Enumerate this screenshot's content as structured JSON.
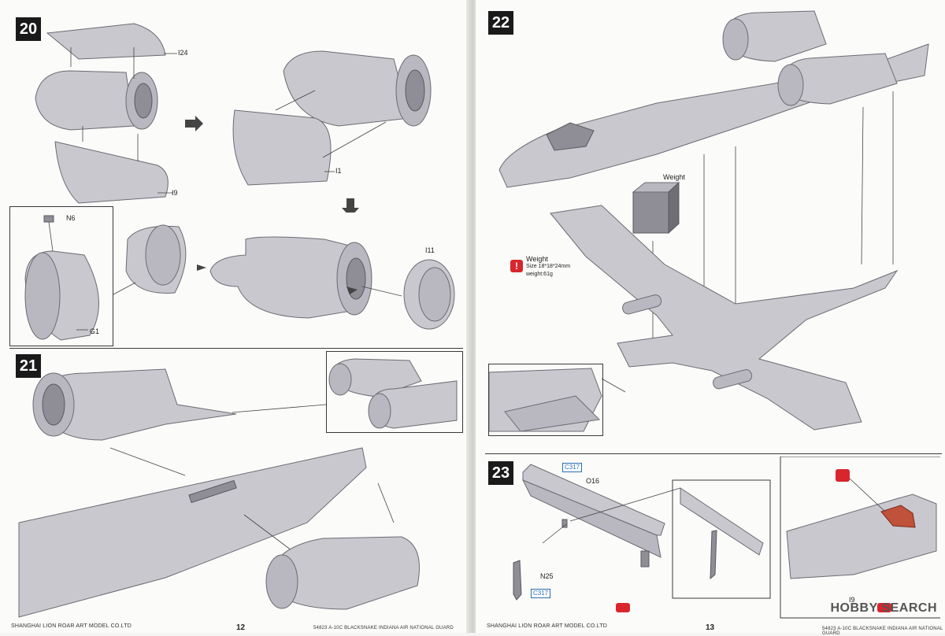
{
  "left_page": {
    "step20": {
      "number": "20",
      "labels": {
        "i24": "I24",
        "i9": "I9",
        "i1": "I1",
        "n6": "N6",
        "g1": "G1",
        "i11": "I11"
      }
    },
    "step21": {
      "number": "21"
    },
    "footer": "SHANGHAI LION ROAR ART MODEL CO.LTD",
    "page_number": "12",
    "footer_right": "54823 A-10C BLACKSNAKE INDIANA AIR NATIONAL GUARD"
  },
  "right_page": {
    "step22": {
      "number": "22",
      "weight_title": "Weight",
      "weight_note_title": "Weight",
      "weight_size": "Size 18*18*24mm",
      "weight_mass": "weight:61g"
    },
    "step23": {
      "number": "23",
      "labels": {
        "c317_a": "C317",
        "o16": "O16",
        "n25": "N25",
        "c317_b": "C317",
        "i9": "I9"
      }
    },
    "footer": "SHANGHAI LION ROAR ART MODEL CO.LTD",
    "page_number": "13",
    "footer_right": "54823 A-10C BLACKSNAKE INDIANA AIR NATIONAL GUARD",
    "watermark": "HOBBY SEARCH"
  },
  "colors": {
    "part": "#c9c8cf",
    "accent_red": "#d8262c",
    "callout_blue": "#2a6fb0"
  }
}
